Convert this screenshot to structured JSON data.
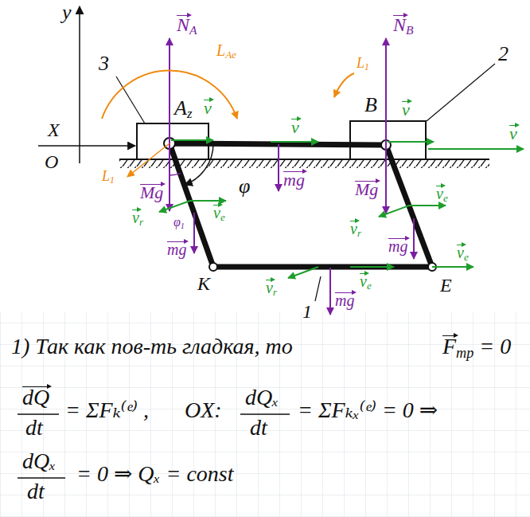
{
  "diagram": {
    "labels": [
      "y",
      "NA",
      "LAe",
      "3",
      "Az",
      "L1",
      "NB",
      "2",
      "X",
      "O",
      "B",
      "v",
      "v",
      "v",
      "v",
      "mg",
      "L1",
      "Mg",
      "φ1",
      "φ",
      "ve",
      "vr",
      "mg",
      "Mg",
      "ve",
      "vr",
      "mg",
      "K",
      "E",
      "vr",
      "ve",
      "mg",
      "1",
      "ve",
      "1) Так как пов-ть гладкая, то",
      "Fтр = 0",
      "dQ",
      "dt",
      "= ΣFₖ⁽ᵉ⁾ ,",
      "OX:",
      "dQₓ",
      "dt",
      "= ΣFₖₓ⁽ᵉ⁾ = 0 ⇒",
      "dQₓ",
      "dt",
      "= 0 ⇒ Qₓ = const"
    ]
  }
}
